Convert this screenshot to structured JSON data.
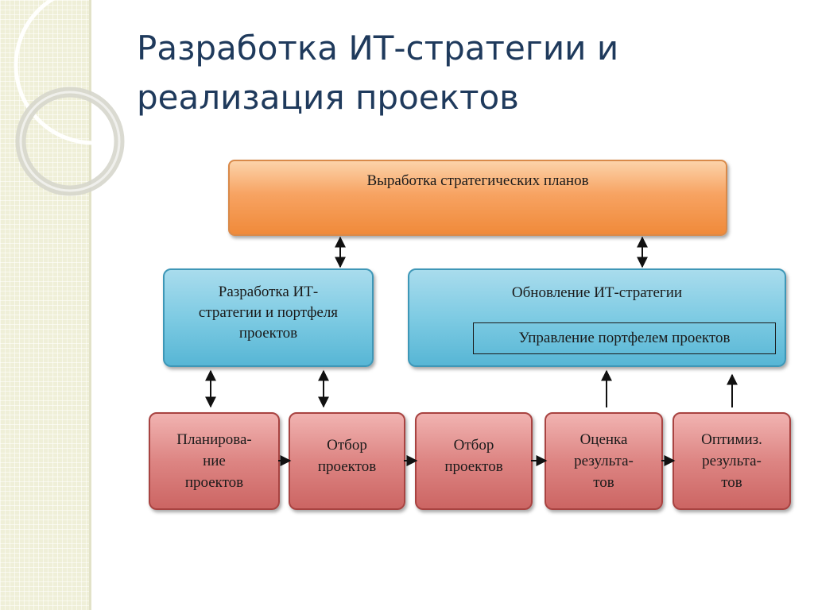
{
  "title": "Разработка ИТ-стратегии и реализация проектов",
  "top": {
    "label": "Выработка стратегических планов"
  },
  "middle": {
    "left_label": "Разработка ИТ-\nстратегии и портфеля\nпроектов",
    "right_label": "Обновление ИТ-стратегии",
    "right_inner_label": "Управление портфелем проектов"
  },
  "steps": [
    "Планирова-\nние\nпроектов",
    "Отбор\nпроектов",
    "Отбор\nпроектов",
    "Оценка\nрезульта-\nтов",
    "Оптимиз.\nрезульта-\nтов"
  ],
  "colors": {
    "title": "#1f3a5c",
    "orange": "#f7a362",
    "blue": "#7ecbe3",
    "red": "#dd8583",
    "side_strip": "#efefd8"
  }
}
